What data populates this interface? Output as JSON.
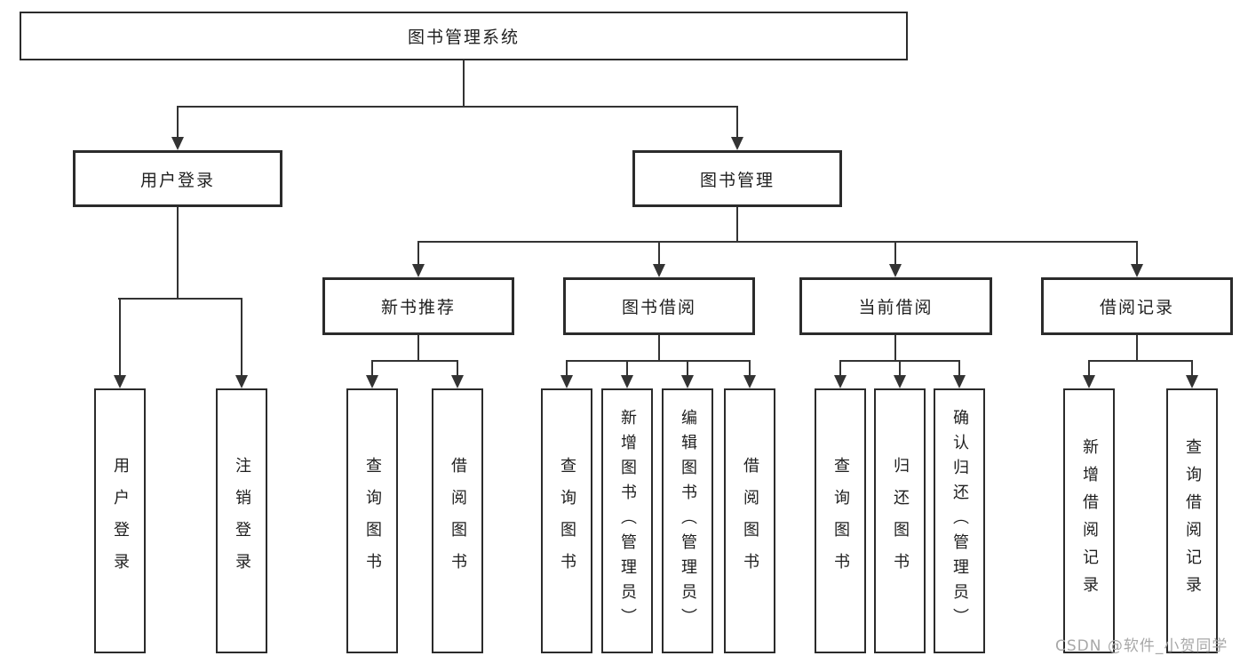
{
  "diagram": {
    "type": "hierarchy",
    "nodes": {
      "root": {
        "label": "图书管理系统"
      },
      "user_login": {
        "label": "用户登录",
        "parent": "图书管理系统"
      },
      "book_management": {
        "label": "图书管理",
        "parent": "图书管理系统"
      },
      "new_book_recommend": {
        "label": "新书推荐",
        "parent": "图书管理"
      },
      "book_borrowing": {
        "label": "图书借阅",
        "parent": "图书管理"
      },
      "current_borrowing": {
        "label": "当前借阅",
        "parent": "图书管理"
      },
      "borrowing_records": {
        "label": "借阅记录",
        "parent": "图书管理"
      }
    },
    "leaves": [
      {
        "parent": "用户登录",
        "label": "用户登录"
      },
      {
        "parent": "用户登录",
        "label": "注销登录"
      },
      {
        "parent": "新书推荐",
        "label": "查询图书"
      },
      {
        "parent": "新书推荐",
        "label": "借阅图书"
      },
      {
        "parent": "图书借阅",
        "label": "查询图书"
      },
      {
        "parent": "图书借阅",
        "label": "新增图书（管理员）"
      },
      {
        "parent": "图书借阅",
        "label": "编辑图书（管理员）"
      },
      {
        "parent": "图书借阅",
        "label": "借阅图书"
      },
      {
        "parent": "当前借阅",
        "label": "查询图书"
      },
      {
        "parent": "当前借阅",
        "label": "归还图书"
      },
      {
        "parent": "当前借阅",
        "label": "确认归还（管理员）"
      },
      {
        "parent": "借阅记录",
        "label": "新增借阅记录"
      },
      {
        "parent": "借阅记录",
        "label": "查询借阅记录"
      }
    ]
  },
  "watermark": {
    "text": "CSDN @软件_小贺同学"
  },
  "colors": {
    "line": "#333333",
    "box_border": "#2b2b2b",
    "text": "#1f1f1f",
    "watermark": "#a8a8a8",
    "background": "#ffffff"
  }
}
